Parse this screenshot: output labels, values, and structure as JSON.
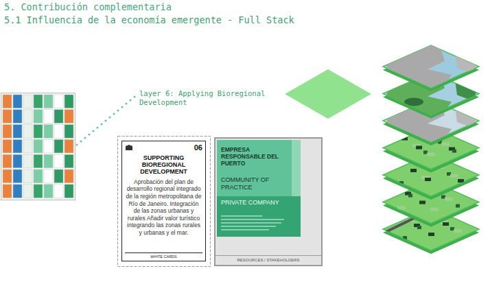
{
  "diagram": {
    "title": "5. Contribución complementaria",
    "nodes": [
      {
        "text": [
          "06",
          "SUPPORTING BIOREGIONAL DEVELOPMENT",
          "Aprobación del plan de desarrollo regional integrado de la región metropolitana de Río de Janeiro. Integración de las zonas urbanas y rurales Añadir valor turístico integrando las zonas rurales y urbanas y el mar.",
          "WHITE CARDS"
        ]
      },
      {
        "text": [
          "RESOURCES / STAKEHOLDERS"
        ]
      },
      {
        "text": [
          "EMPRESA RESPONSABLE DEL PUERTO",
          "COMMUNITY OF PRACTICE"
        ],
        "in": 1
      },
      {
        "text": [
          "PRIVATE COMPANY"
        ],
        "in": 2
      }
    ],
    "labels": [
      "5.1 Influencia de la economía emergente - Full Stack",
      "layer 6: Applying Bioregional Development"
    ]
  }
}
